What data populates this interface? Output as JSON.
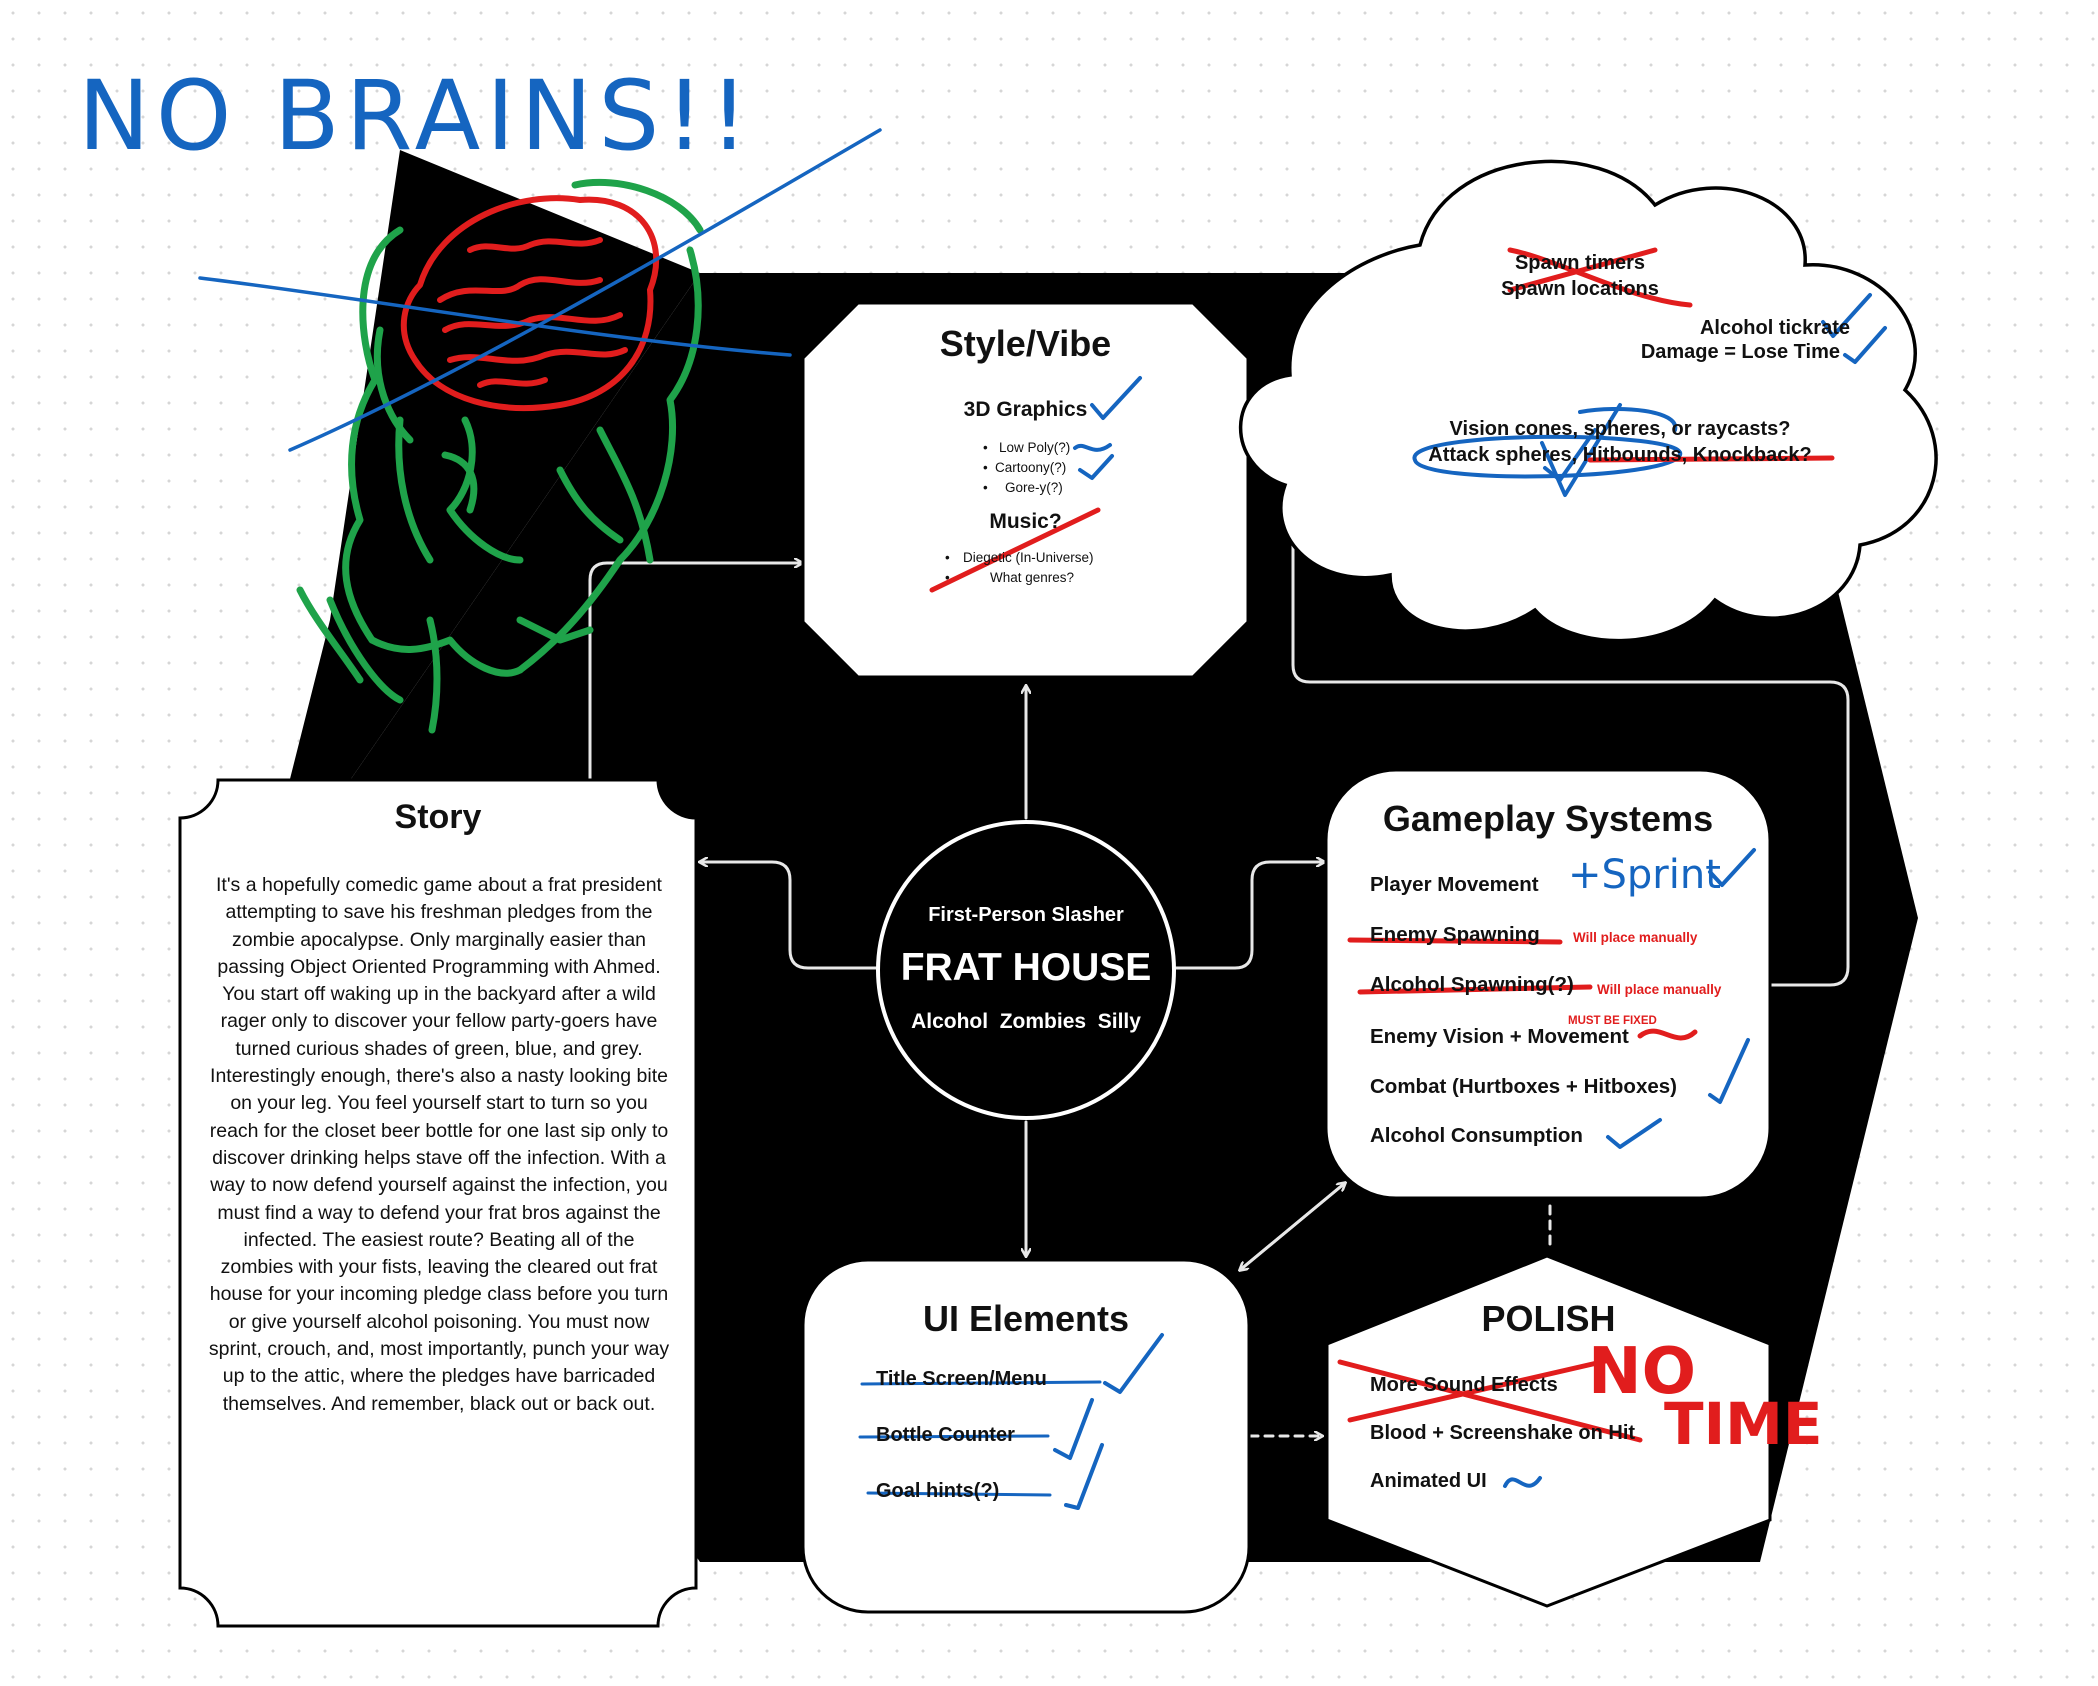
{
  "scribble": {
    "no_brains": "NO BRAINS!!"
  },
  "center": {
    "subtitle": "First-Person Slasher",
    "title": "FRAT HOUSE",
    "tags": "Alcohol  Zombies  Silly"
  },
  "style": {
    "title": "Style/Vibe",
    "graphics": "3D Graphics",
    "graphics_items": [
      "Low Poly(?)",
      "Cartoony(?)",
      "Gore-y(?)"
    ],
    "music": "Music?",
    "music_items": [
      "Diegetic (In-Universe)",
      "What genres?"
    ]
  },
  "cloud": {
    "spawn_timers": "Spawn timers",
    "spawn_locations": "Spawn locations",
    "alcohol_tickrate": "Alcohol tickrate",
    "damage": "Damage = Lose Time",
    "vision": "Vision cones, spheres, or raycasts?",
    "attack": "Attack spheres, Hitbounds, Knockback?"
  },
  "story": {
    "title": "Story",
    "body": "It's a hopefully comedic game about a frat president attempting to save his freshman pledges from the zombie apocalypse. Only marginally easier than passing Object Oriented Programming with Ahmed. You start off waking up in the backyard after a wild rager only to discover your fellow party-goers have turned curious shades of green, blue, and grey. Interestingly enough, there's also a nasty looking bite on your leg. You feel yourself start to turn so you reach for the closet beer bottle for one last sip only to discover drinking helps stave off the infection. With a way to now defend yourself against the infection, you must find a way to defend your frat bros against the infected. The easiest route? Beating all of the zombies with your fists, leaving the cleared out frat house for your incoming pledge class before you turn or give yourself alcohol poisoning. You must now sprint, crouch, and, most importantly, punch your way up to the attic, where the pledges have barricaded themselves. And remember, black out or back out."
  },
  "gameplay": {
    "title": "Gameplay Systems",
    "items": [
      "Player Movement",
      "Enemy Spawning",
      "Alcohol Spawning(?)",
      "Enemy Vision + Movement",
      "Combat (Hurtboxes + Hitboxes)",
      "Alcohol Consumption"
    ],
    "sprint_note": "+Sprint",
    "note_enemy": "Will place manually",
    "note_alcohol": "Will place manually",
    "note_vision": "MUST BE FIXED"
  },
  "ui": {
    "title": "UI Elements",
    "items": [
      "Title Screen/Menu",
      "Bottle Counter",
      "Goal hints(?)"
    ]
  },
  "polish": {
    "title": "POLISH",
    "items": [
      "More Sound Effects",
      "Blood + Screenshake on Hit",
      "Animated UI"
    ],
    "no": "NO",
    "time": "TIME"
  },
  "colors": {
    "black": "#000000",
    "white": "#ffffff",
    "blue_ink": "#1565c0",
    "red_ink": "#e11d1d",
    "green_ink": "#1fa34a",
    "connector": "#e0e0e0"
  }
}
